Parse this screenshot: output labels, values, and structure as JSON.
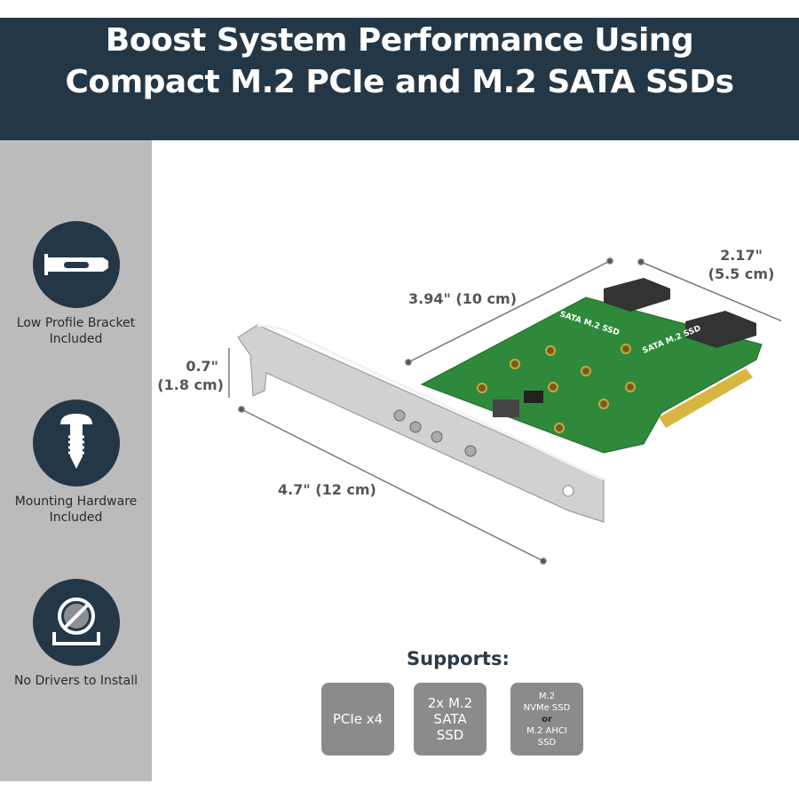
{
  "header": {
    "line1": "Boost System Performance Using",
    "line2": "Compact M.2 PCIe and M.2 SATA SSDs"
  },
  "features": [
    {
      "label1": "Low Profile Bracket",
      "label2": "Included",
      "icon": "bracket-icon"
    },
    {
      "label1": "Mounting Hardware",
      "label2": "Included",
      "icon": "screw-icon"
    },
    {
      "label1": "No Drivers to Install",
      "label2": "",
      "icon": "no-drivers-icon"
    }
  ],
  "dimensions": {
    "length": "3.94\" (10 cm)",
    "width_in": "2.17\"",
    "width_cm": "(5.5 cm)",
    "height_in": "0.7\"",
    "height_cm": "(1.8 cm)",
    "bracket": "4.7\" (12 cm)"
  },
  "board_labels": [
    "SATA M.2 SSD",
    "SATA M.2 SSD"
  ],
  "supports": {
    "title": "Supports:",
    "items": [
      {
        "lines": [
          "PCIe x4"
        ]
      },
      {
        "lines": [
          "2x M.2",
          "SATA",
          "SSD"
        ]
      },
      {
        "lines": [
          "M.2",
          "NVMe SSD",
          "or",
          "M.2 AHCI",
          "SSD"
        ]
      }
    ]
  },
  "colors": {
    "header": "#243746",
    "sidebar": "#bcbbbb",
    "box": "#8b8b8b",
    "pcb": "#2e8a3a"
  }
}
